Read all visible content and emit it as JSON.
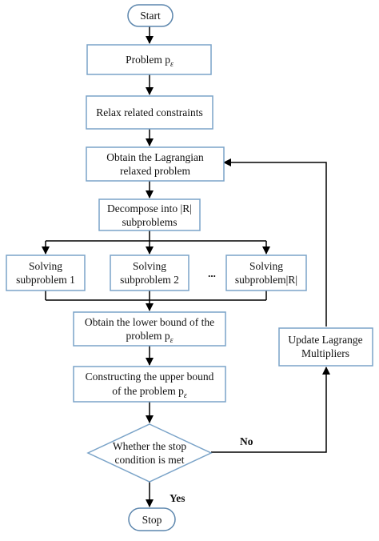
{
  "nodes": {
    "start": {
      "text": "Start"
    },
    "problem": {
      "text": "Problem p",
      "sub": "ε"
    },
    "relax": {
      "text": "Relax related constraints"
    },
    "lagrangian": {
      "line1": "Obtain the Lagrangian",
      "line2": "relaxed problem"
    },
    "decompose": {
      "line1": "Decompose into |R|",
      "line2": "subproblems"
    },
    "solve1": {
      "line1": "Solving",
      "line2": "subproblem 1"
    },
    "solve2": {
      "line1": "Solving",
      "line2": "subproblem 2"
    },
    "ellipsis": {
      "text": "..."
    },
    "solveR": {
      "line1": "Solving",
      "line2": "subproblem|R|"
    },
    "lower": {
      "line1": "Obtain the lower bound of the",
      "line2": "problem p",
      "sub": "ε"
    },
    "upper": {
      "line1": "Constructing the upper bound",
      "line2": "of the problem p",
      "sub": "ε"
    },
    "decision": {
      "line1": "Whether the stop",
      "line2": "condition is met"
    },
    "update": {
      "line1": "Update Lagrange",
      "line2": "Multipliers"
    },
    "stop": {
      "text": "Stop"
    }
  },
  "edge_labels": {
    "no": "No",
    "yes": "Yes"
  },
  "colors": {
    "box_border": "#7aa3c8",
    "line": "#000000",
    "text": "#111111"
  }
}
